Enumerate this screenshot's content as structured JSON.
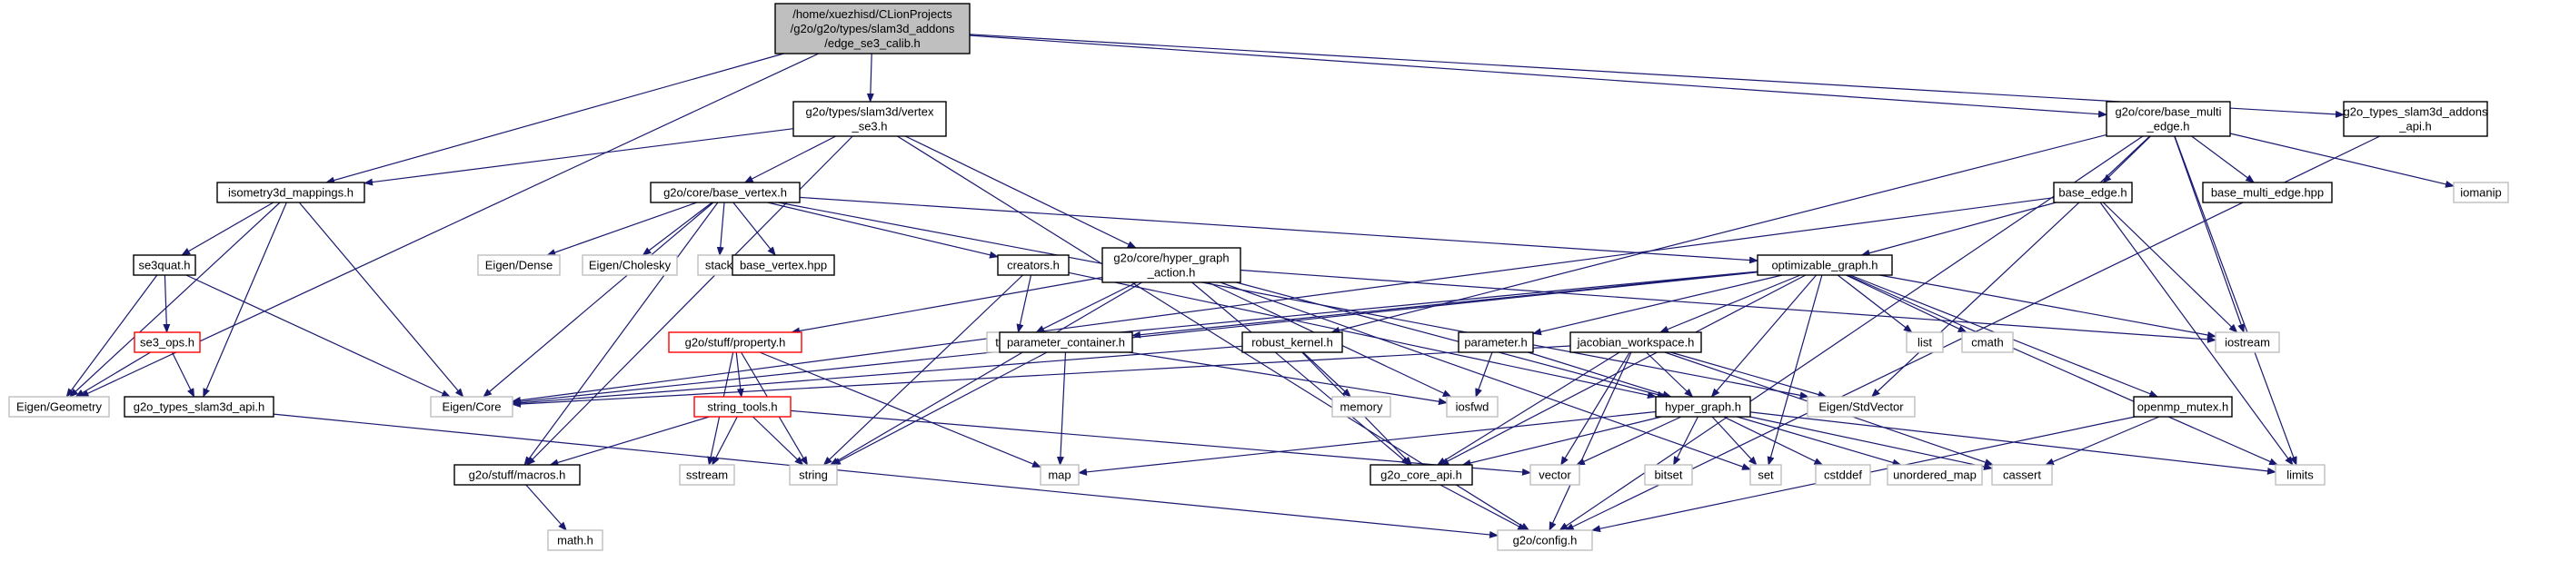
{
  "diagram": {
    "title": "",
    "colors": {
      "edge": "#191970",
      "root_fill": "#bfbfbf",
      "root_border": "#000000",
      "normal_border": "#000000",
      "truncated_border": "#ff0000",
      "external_border": "#bfbfbf",
      "external_text": "#555555",
      "fill": "#ffffff"
    },
    "nodes": [
      {
        "id": "root",
        "lines": [
          "/home/xuezhisd/CLionProjects",
          "/g2o/g2o/types/slam3d_addons",
          "/edge_se3_calib.h"
        ],
        "kind": "root"
      },
      {
        "id": "vertex_se3",
        "lines": [
          "g2o/types/slam3d/vertex",
          "_se3.h"
        ],
        "kind": "normal"
      },
      {
        "id": "base_multi_edge",
        "lines": [
          "g2o/core/base_multi",
          "_edge.h"
        ],
        "kind": "normal"
      },
      {
        "id": "slam3d_addons_api",
        "lines": [
          "g2o_types_slam3d_addons",
          "_api.h"
        ],
        "kind": "normal"
      },
      {
        "id": "isometry3d_mappings",
        "lines": [
          "isometry3d_mappings.h"
        ],
        "kind": "normal"
      },
      {
        "id": "base_vertex",
        "lines": [
          "g2o/core/base_vertex.h"
        ],
        "kind": "normal"
      },
      {
        "id": "iomanip",
        "lines": [
          "iomanip"
        ],
        "kind": "external"
      },
      {
        "id": "base_edge",
        "lines": [
          "base_edge.h"
        ],
        "kind": "normal"
      },
      {
        "id": "base_multi_edge_hpp",
        "lines": [
          "base_multi_edge.hpp"
        ],
        "kind": "normal"
      },
      {
        "id": "se3quat",
        "lines": [
          "se3quat.h"
        ],
        "kind": "normal"
      },
      {
        "id": "eigen_dense",
        "lines": [
          "Eigen/Dense"
        ],
        "kind": "external"
      },
      {
        "id": "eigen_cholesky",
        "lines": [
          "Eigen/Cholesky"
        ],
        "kind": "external"
      },
      {
        "id": "stack",
        "lines": [
          "stack"
        ],
        "kind": "external"
      },
      {
        "id": "base_vertex_hpp",
        "lines": [
          "base_vertex.hpp"
        ],
        "kind": "normal"
      },
      {
        "id": "creators",
        "lines": [
          "creators.h"
        ],
        "kind": "normal"
      },
      {
        "id": "hyper_graph_action",
        "lines": [
          "g2o/core/hyper_graph",
          "_action.h"
        ],
        "kind": "normal"
      },
      {
        "id": "optimizable_graph",
        "lines": [
          "optimizable_graph.h"
        ],
        "kind": "normal"
      },
      {
        "id": "se3_ops",
        "lines": [
          "se3_ops.h"
        ],
        "kind": "truncated"
      },
      {
        "id": "property",
        "lines": [
          "g2o/stuff/property.h"
        ],
        "kind": "truncated"
      },
      {
        "id": "typeinfo",
        "lines": [
          "typeinfo"
        ],
        "kind": "external"
      },
      {
        "id": "parameter_container",
        "lines": [
          "parameter_container.h"
        ],
        "kind": "normal"
      },
      {
        "id": "robust_kernel",
        "lines": [
          "robust_kernel.h"
        ],
        "kind": "normal"
      },
      {
        "id": "parameter",
        "lines": [
          "parameter.h"
        ],
        "kind": "normal"
      },
      {
        "id": "jacobian_workspace",
        "lines": [
          "jacobian_workspace.h"
        ],
        "kind": "normal"
      },
      {
        "id": "list",
        "lines": [
          "list"
        ],
        "kind": "external"
      },
      {
        "id": "cmath",
        "lines": [
          "cmath"
        ],
        "kind": "external"
      },
      {
        "id": "iostream",
        "lines": [
          "iostream"
        ],
        "kind": "external"
      },
      {
        "id": "eigen_geometry",
        "lines": [
          "Eigen/Geometry"
        ],
        "kind": "external"
      },
      {
        "id": "slam3d_api",
        "lines": [
          "g2o_types_slam3d_api.h"
        ],
        "kind": "normal"
      },
      {
        "id": "eigen_core",
        "lines": [
          "Eigen/Core"
        ],
        "kind": "external"
      },
      {
        "id": "string_tools",
        "lines": [
          "string_tools.h"
        ],
        "kind": "truncated"
      },
      {
        "id": "memory",
        "lines": [
          "memory"
        ],
        "kind": "external"
      },
      {
        "id": "iosfwd",
        "lines": [
          "iosfwd"
        ],
        "kind": "external"
      },
      {
        "id": "hyper_graph",
        "lines": [
          "hyper_graph.h"
        ],
        "kind": "normal"
      },
      {
        "id": "eigen_stdvector",
        "lines": [
          "Eigen/StdVector"
        ],
        "kind": "external"
      },
      {
        "id": "openmp_mutex",
        "lines": [
          "openmp_mutex.h"
        ],
        "kind": "normal"
      },
      {
        "id": "macros",
        "lines": [
          "g2o/stuff/macros.h"
        ],
        "kind": "normal"
      },
      {
        "id": "sstream",
        "lines": [
          "sstream"
        ],
        "kind": "external"
      },
      {
        "id": "string",
        "lines": [
          "string"
        ],
        "kind": "external"
      },
      {
        "id": "map",
        "lines": [
          "map"
        ],
        "kind": "external"
      },
      {
        "id": "core_api",
        "lines": [
          "g2o_core_api.h"
        ],
        "kind": "normal"
      },
      {
        "id": "vector",
        "lines": [
          "vector"
        ],
        "kind": "external"
      },
      {
        "id": "bitset",
        "lines": [
          "bitset"
        ],
        "kind": "external"
      },
      {
        "id": "set",
        "lines": [
          "set"
        ],
        "kind": "external"
      },
      {
        "id": "cstddef",
        "lines": [
          "cstddef"
        ],
        "kind": "external"
      },
      {
        "id": "unordered_map",
        "lines": [
          "unordered_map"
        ],
        "kind": "external"
      },
      {
        "id": "cassert",
        "lines": [
          "cassert"
        ],
        "kind": "external"
      },
      {
        "id": "limits",
        "lines": [
          "limits"
        ],
        "kind": "external"
      },
      {
        "id": "math",
        "lines": [
          "math.h"
        ],
        "kind": "external"
      },
      {
        "id": "config",
        "lines": [
          "g2o/config.h"
        ],
        "kind": "external"
      }
    ],
    "edges": [
      [
        "root",
        "vertex_se3"
      ],
      [
        "root",
        "base_multi_edge"
      ],
      [
        "root",
        "slam3d_addons_api"
      ],
      [
        "root",
        "isometry3d_mappings"
      ],
      [
        "root",
        "eigen_geometry"
      ],
      [
        "vertex_se3",
        "isometry3d_mappings"
      ],
      [
        "vertex_se3",
        "base_vertex"
      ],
      [
        "vertex_se3",
        "hyper_graph_action"
      ],
      [
        "vertex_se3",
        "macros"
      ],
      [
        "vertex_se3",
        "config"
      ],
      [
        "base_multi_edge",
        "base_edge"
      ],
      [
        "base_multi_edge",
        "base_multi_edge_hpp"
      ],
      [
        "base_multi_edge",
        "iomanip"
      ],
      [
        "base_multi_edge",
        "iostream"
      ],
      [
        "base_multi_edge",
        "limits"
      ],
      [
        "base_multi_edge",
        "robust_kernel"
      ],
      [
        "base_multi_edge",
        "eigen_stdvector"
      ],
      [
        "base_multi_edge",
        "config"
      ],
      [
        "slam3d_addons_api",
        "config"
      ],
      [
        "isometry3d_mappings",
        "se3quat"
      ],
      [
        "isometry3d_mappings",
        "slam3d_api"
      ],
      [
        "isometry3d_mappings",
        "eigen_core"
      ],
      [
        "isometry3d_mappings",
        "eigen_geometry"
      ],
      [
        "base_vertex",
        "eigen_dense"
      ],
      [
        "base_vertex",
        "eigen_cholesky"
      ],
      [
        "base_vertex",
        "stack"
      ],
      [
        "base_vertex",
        "base_vertex_hpp"
      ],
      [
        "base_vertex",
        "creators"
      ],
      [
        "base_vertex",
        "optimizable_graph"
      ],
      [
        "base_vertex",
        "eigen_core"
      ],
      [
        "base_vertex",
        "macros"
      ],
      [
        "base_vertex",
        "eigen_stdvector"
      ],
      [
        "base_edge",
        "optimizable_graph"
      ],
      [
        "base_edge",
        "iostream"
      ],
      [
        "base_edge",
        "limits"
      ],
      [
        "base_edge",
        "eigen_core"
      ],
      [
        "se3quat",
        "se3_ops"
      ],
      [
        "se3quat",
        "eigen_core"
      ],
      [
        "se3quat",
        "eigen_geometry"
      ],
      [
        "se3_ops",
        "slam3d_api"
      ],
      [
        "se3_ops",
        "eigen_geometry"
      ],
      [
        "creators",
        "hyper_graph"
      ],
      [
        "creators",
        "typeinfo"
      ],
      [
        "creators",
        "string"
      ],
      [
        "hyper_graph_action",
        "hyper_graph"
      ],
      [
        "hyper_graph_action",
        "typeinfo"
      ],
      [
        "hyper_graph_action",
        "iosfwd"
      ],
      [
        "hyper_graph_action",
        "set"
      ],
      [
        "hyper_graph_action",
        "property"
      ],
      [
        "hyper_graph_action",
        "string"
      ],
      [
        "hyper_graph_action",
        "core_api"
      ],
      [
        "hyper_graph_action",
        "iostream"
      ],
      [
        "optimizable_graph",
        "parameter"
      ],
      [
        "optimizable_graph",
        "parameter_container"
      ],
      [
        "optimizable_graph",
        "jacobian_workspace"
      ],
      [
        "optimizable_graph",
        "openmp_mutex"
      ],
      [
        "optimizable_graph",
        "list"
      ],
      [
        "optimizable_graph",
        "cmath"
      ],
      [
        "optimizable_graph",
        "iostream"
      ],
      [
        "optimizable_graph",
        "limits"
      ],
      [
        "optimizable_graph",
        "set"
      ],
      [
        "optimizable_graph",
        "typeinfo"
      ],
      [
        "optimizable_graph",
        "hyper_graph"
      ],
      [
        "optimizable_graph",
        "core_api"
      ],
      [
        "optimizable_graph",
        "eigen_core"
      ],
      [
        "property",
        "string_tools"
      ],
      [
        "property",
        "string"
      ],
      [
        "property",
        "map"
      ],
      [
        "property",
        "sstream"
      ],
      [
        "parameter_container",
        "map"
      ],
      [
        "parameter_container",
        "string"
      ],
      [
        "parameter_container",
        "iosfwd"
      ],
      [
        "robust_kernel",
        "memory"
      ],
      [
        "robust_kernel",
        "core_api"
      ],
      [
        "robust_kernel",
        "eigen_core"
      ],
      [
        "parameter",
        "hyper_graph"
      ],
      [
        "parameter",
        "iosfwd"
      ],
      [
        "jacobian_workspace",
        "hyper_graph"
      ],
      [
        "jacobian_workspace",
        "eigen_stdvector"
      ],
      [
        "jacobian_workspace",
        "core_api"
      ],
      [
        "jacobian_workspace",
        "config"
      ],
      [
        "jacobian_workspace",
        "vector"
      ],
      [
        "jacobian_workspace",
        "cassert"
      ],
      [
        "jacobian_workspace",
        "eigen_core"
      ],
      [
        "slam3d_api",
        "config"
      ],
      [
        "string_tools",
        "macros"
      ],
      [
        "string_tools",
        "string"
      ],
      [
        "string_tools",
        "sstream"
      ],
      [
        "string_tools",
        "vector"
      ],
      [
        "hyper_graph",
        "map"
      ],
      [
        "hyper_graph",
        "core_api"
      ],
      [
        "hyper_graph",
        "vector"
      ],
      [
        "hyper_graph",
        "bitset"
      ],
      [
        "hyper_graph",
        "set"
      ],
      [
        "hyper_graph",
        "cstddef"
      ],
      [
        "hyper_graph",
        "unordered_map"
      ],
      [
        "hyper_graph",
        "cassert"
      ],
      [
        "hyper_graph",
        "limits"
      ],
      [
        "openmp_mutex",
        "cassert"
      ],
      [
        "openmp_mutex",
        "config"
      ],
      [
        "macros",
        "math"
      ],
      [
        "core_api",
        "config"
      ]
    ]
  }
}
